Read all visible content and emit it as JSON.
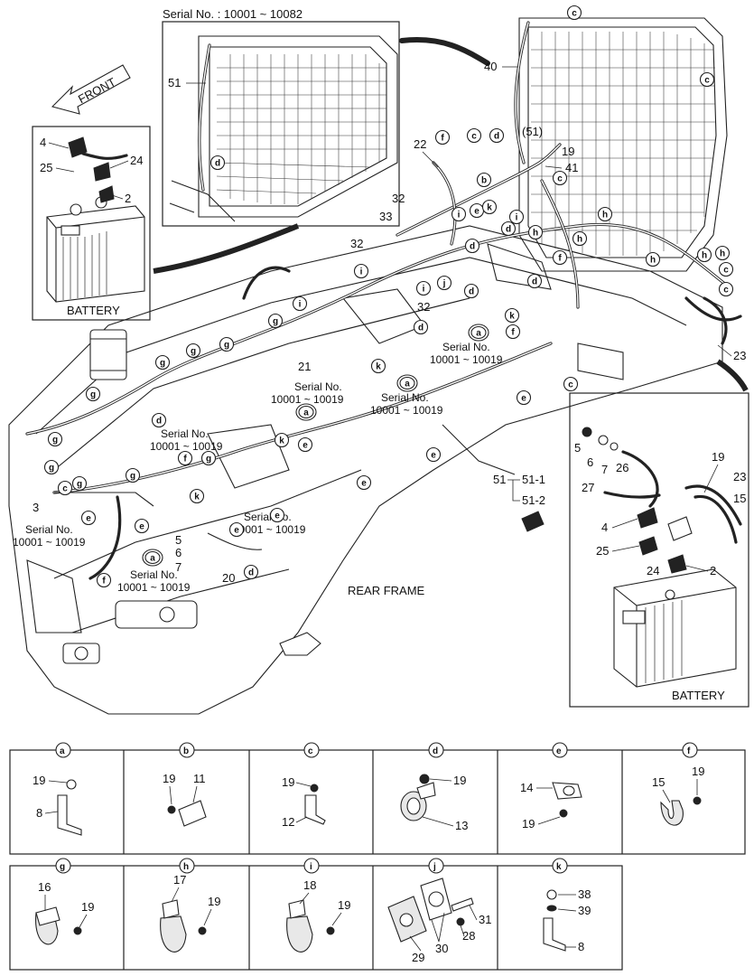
{
  "labels": {
    "serial_top": "Serial No. : 10001 ~ 10082",
    "front": "FRONT",
    "battery_left": "BATTERY",
    "battery_right": "BATTERY",
    "rear_frame": "REAR FRAME",
    "serial": "Serial No.",
    "serial_range": "10001 ~ 10019",
    "part_51": "51",
    "part_51_1": "51-1",
    "part_51_2": "51-2"
  },
  "callouts": [
    {
      "id": "c1",
      "letter": "c"
    },
    {
      "id": "c2",
      "letter": "c"
    },
    {
      "id": "c3",
      "letter": "c"
    },
    {
      "id": "c4",
      "letter": "c"
    },
    {
      "id": "c5",
      "letter": "c"
    },
    {
      "id": "c6",
      "letter": "c"
    },
    {
      "id": "c7",
      "letter": "c"
    },
    {
      "id": "c8",
      "letter": "c"
    },
    {
      "id": "d1",
      "letter": "d"
    },
    {
      "id": "d2",
      "letter": "d"
    },
    {
      "id": "d3",
      "letter": "d"
    },
    {
      "id": "d4",
      "letter": "d"
    },
    {
      "id": "d5",
      "letter": "d"
    },
    {
      "id": "d6",
      "letter": "d"
    },
    {
      "id": "d7",
      "letter": "d"
    },
    {
      "id": "d8",
      "letter": "d"
    },
    {
      "id": "d9",
      "letter": "d"
    },
    {
      "id": "e1",
      "letter": "e"
    },
    {
      "id": "e2",
      "letter": "e"
    },
    {
      "id": "e3",
      "letter": "e"
    },
    {
      "id": "e4",
      "letter": "e"
    },
    {
      "id": "e5",
      "letter": "e"
    },
    {
      "id": "e6",
      "letter": "e"
    },
    {
      "id": "e7",
      "letter": "e"
    },
    {
      "id": "e8",
      "letter": "e"
    },
    {
      "id": "e9",
      "letter": "e"
    },
    {
      "id": "f1",
      "letter": "f"
    },
    {
      "id": "f2",
      "letter": "f"
    },
    {
      "id": "f3",
      "letter": "f"
    },
    {
      "id": "f4",
      "letter": "f"
    },
    {
      "id": "f5",
      "letter": "f"
    },
    {
      "id": "g1",
      "letter": "g"
    },
    {
      "id": "g2",
      "letter": "g"
    },
    {
      "id": "g3",
      "letter": "g"
    },
    {
      "id": "g4",
      "letter": "g"
    },
    {
      "id": "g5",
      "letter": "g"
    },
    {
      "id": "g6",
      "letter": "g"
    },
    {
      "id": "g7",
      "letter": "g"
    },
    {
      "id": "g8",
      "letter": "g"
    },
    {
      "id": "g9",
      "letter": "g"
    },
    {
      "id": "g10",
      "letter": "g"
    },
    {
      "id": "h1",
      "letter": "h"
    },
    {
      "id": "h2",
      "letter": "h"
    },
    {
      "id": "h3",
      "letter": "h"
    },
    {
      "id": "h4",
      "letter": "h"
    },
    {
      "id": "h5",
      "letter": "h"
    },
    {
      "id": "h6",
      "letter": "h"
    },
    {
      "id": "i1",
      "letter": "i"
    },
    {
      "id": "i2",
      "letter": "i"
    },
    {
      "id": "i3",
      "letter": "i"
    },
    {
      "id": "i4",
      "letter": "i"
    },
    {
      "id": "i5",
      "letter": "i"
    },
    {
      "id": "j1",
      "letter": "j"
    },
    {
      "id": "k1",
      "letter": "k"
    },
    {
      "id": "k2",
      "letter": "k"
    },
    {
      "id": "k3",
      "letter": "k"
    },
    {
      "id": "k4",
      "letter": "k"
    },
    {
      "id": "k5",
      "letter": "k"
    },
    {
      "id": "a1",
      "letter": "a"
    },
    {
      "id": "a2",
      "letter": "a"
    },
    {
      "id": "a3",
      "letter": "a"
    },
    {
      "id": "a4",
      "letter": "a"
    },
    {
      "id": "b1",
      "letter": "b"
    }
  ],
  "part_numbers": {
    "n40": "40",
    "n51": "51",
    "n22": "22",
    "n19a": "19",
    "n41": "41",
    "n32a": "32",
    "n32b": "32",
    "n32c": "32",
    "n33": "33",
    "n21": "21",
    "n23": "23",
    "n3": "3",
    "n5": "5",
    "n6": "6",
    "n7": "7",
    "n20": "20",
    "n4l": "4",
    "n25l": "25",
    "n24l": "24",
    "n2l": "2",
    "r5": "5",
    "r6": "6",
    "r7": "7",
    "r26": "26",
    "r27": "27",
    "r19": "19",
    "r23": "23",
    "r15": "15",
    "r4": "4",
    "r25": "25",
    "r24": "24",
    "r2": "2",
    "p51close": "(51)"
  },
  "detail_panels": [
    {
      "letter": "a",
      "parts": [
        "19",
        "8"
      ]
    },
    {
      "letter": "b",
      "parts": [
        "19",
        "11"
      ]
    },
    {
      "letter": "c",
      "parts": [
        "19",
        "12"
      ]
    },
    {
      "letter": "d",
      "parts": [
        "19",
        "13"
      ]
    },
    {
      "letter": "e",
      "parts": [
        "14",
        "19"
      ]
    },
    {
      "letter": "f",
      "parts": [
        "15",
        "19"
      ]
    },
    {
      "letter": "g",
      "parts": [
        "16",
        "19"
      ]
    },
    {
      "letter": "h",
      "parts": [
        "17",
        "19"
      ]
    },
    {
      "letter": "i",
      "parts": [
        "18",
        "19"
      ]
    },
    {
      "letter": "j",
      "parts": [
        "31",
        "28",
        "29",
        "30"
      ]
    },
    {
      "letter": "k",
      "parts": [
        "38",
        "39",
        "8"
      ]
    }
  ]
}
